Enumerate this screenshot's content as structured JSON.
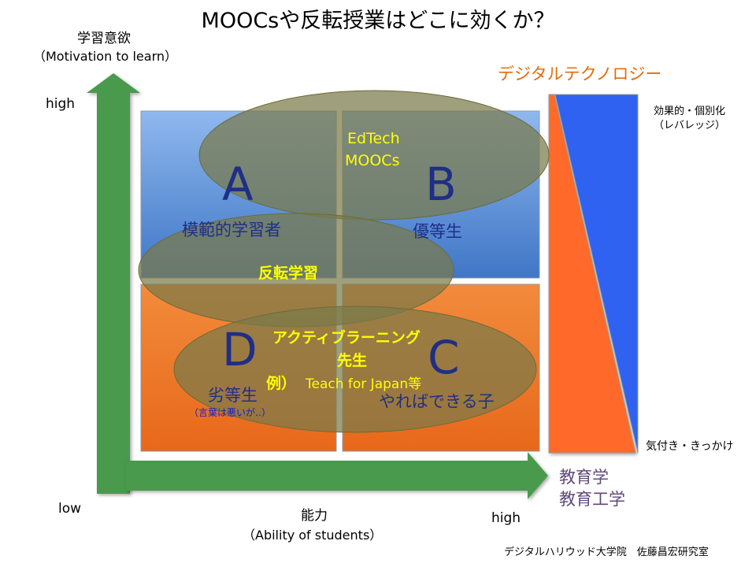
{
  "title": "MOOCsや反転授業はどこに効くか？",
  "y_axis": {
    "label_ja": "学習意欲",
    "label_en": "（Motivation to learn）",
    "high": "high",
    "low": "low"
  },
  "x_axis": {
    "label_ja": "能力",
    "label_en": "（Ability of students）",
    "high": "high"
  },
  "quadrants": {
    "a": {
      "letter": "A",
      "label": "模範的学習者"
    },
    "b": {
      "letter": "B",
      "label": "優等生"
    },
    "c": {
      "letter": "C",
      "label": "やればできる子"
    },
    "d": {
      "letter": "D",
      "label": "劣等生",
      "note": "（言葉は悪いが‥）"
    }
  },
  "ovals": {
    "edtech_line1": "EdTech",
    "edtech_line2": "MOOCs",
    "flipped": "反転学習",
    "active_line1": "アクティブラーニング",
    "active_line2": "先生",
    "active_line3": "例）",
    "active_line3b": "Teach for Japan等"
  },
  "side_panel": {
    "title": "デジタルテクノロジー",
    "top_note_line1": "効果的・個別化",
    "top_note_line2": "（レバレッジ）",
    "bottom_note": "気付き・きっかけ",
    "bottom_label_line1": "教育学",
    "bottom_label_line2": "教育工学"
  },
  "credit": "デジタルハリウッド大学院　佐藤昌宏研究室",
  "colors": {
    "axis_green": "#4a9a4e",
    "quad_blue": "#4f86d0",
    "quad_orange": "#ed7d31",
    "oval_olive": "#7a7a4a",
    "tech_blue": "#2f62f0",
    "tech_orange": "#ff6b2a"
  }
}
